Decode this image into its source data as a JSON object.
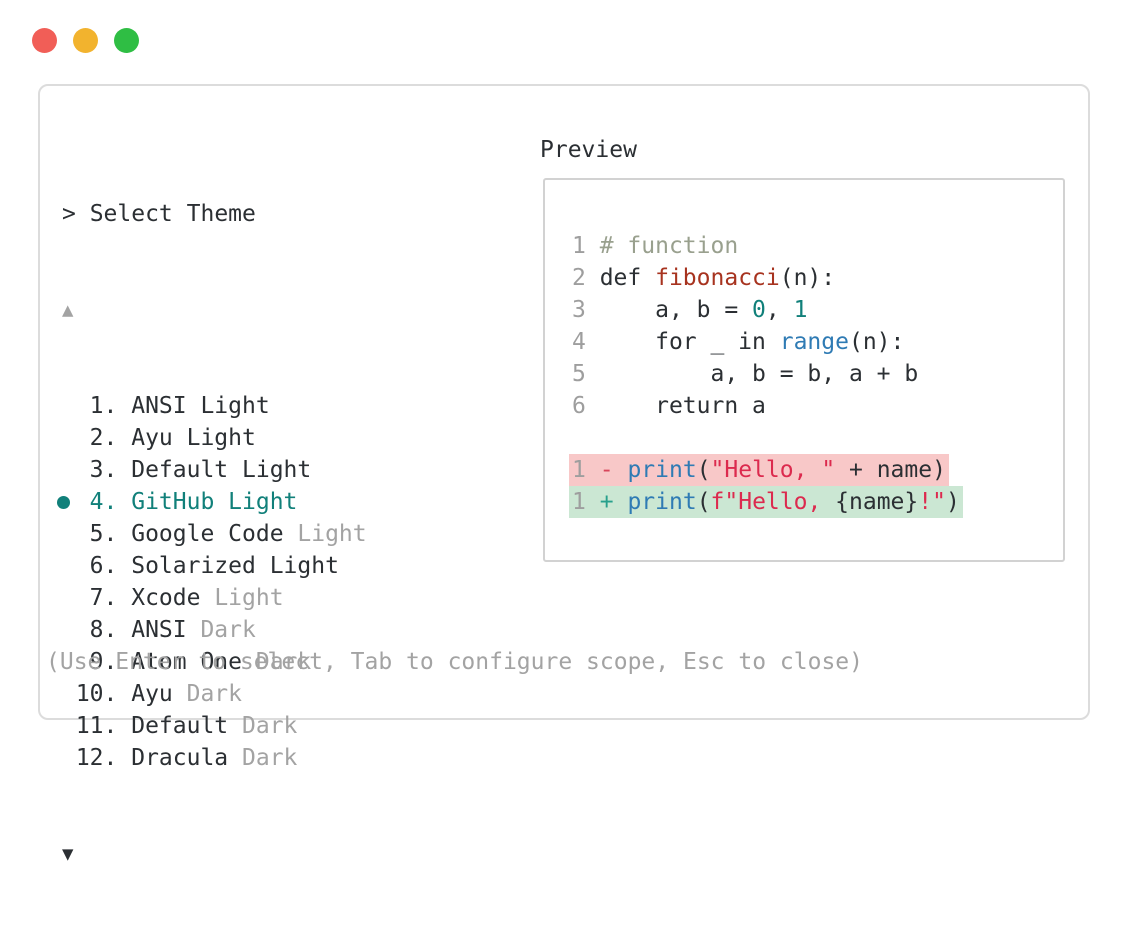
{
  "colors": {
    "text": "#2b2f33",
    "dim": "#a3a3a3",
    "linenum": "#9e9e9e",
    "accent": "#11807a",
    "comment": "#99a08e",
    "func": "#a7331f",
    "builtin": "#2f7bb4",
    "codenum": "#11807a",
    "string": "#dc2a4e",
    "minus": "#d8455a",
    "plus": "#28a08c",
    "removed": "#f8c8c8",
    "added": "#cbe7d3"
  },
  "window": {
    "traffic_lights": [
      {
        "name": "close",
        "color": "#f15e57"
      },
      {
        "name": "minimize",
        "color": "#f2b32e"
      },
      {
        "name": "zoom",
        "color": "#2fbe44"
      }
    ]
  },
  "picker": {
    "prompt": "> Select Theme",
    "scroll_up": "▲",
    "scroll_down": "▼",
    "items": [
      {
        "num": "1.",
        "name": "ANSI Light",
        "dim": "",
        "selected": false
      },
      {
        "num": "2.",
        "name": "Ayu Light",
        "dim": "",
        "selected": false
      },
      {
        "num": "3.",
        "name": "Default Light",
        "dim": "",
        "selected": false
      },
      {
        "num": "4.",
        "name": "GitHub Light",
        "dim": "",
        "selected": true
      },
      {
        "num": "5.",
        "name": "Google Code",
        "dim": "Light",
        "selected": false
      },
      {
        "num": "6.",
        "name": "Solarized Light",
        "dim": "",
        "selected": false
      },
      {
        "num": "7.",
        "name": "Xcode",
        "dim": "Light",
        "selected": false
      },
      {
        "num": "8.",
        "name": "ANSI",
        "dim": "Dark",
        "selected": false
      },
      {
        "num": "9.",
        "name": "Atom One",
        "dim": "Dark",
        "selected": false
      },
      {
        "num": "10.",
        "name": "Ayu",
        "dim": "Dark",
        "selected": false
      },
      {
        "num": "11.",
        "name": "Default",
        "dim": "Dark",
        "selected": false
      },
      {
        "num": "12.",
        "name": "Dracula",
        "dim": "Dark",
        "selected": false
      }
    ],
    "hint": "(Use Enter to select, Tab to configure scope, Esc to close)"
  },
  "preview": {
    "title": "Preview",
    "code_lines": [
      {
        "num": "1",
        "segments": [
          {
            "t": " ",
            "c": "text"
          },
          {
            "t": "# function",
            "c": "comment"
          }
        ]
      },
      {
        "num": "2",
        "segments": [
          {
            "t": " def ",
            "c": "text"
          },
          {
            "t": "fibonacci",
            "c": "func"
          },
          {
            "t": "(n):",
            "c": "text"
          }
        ]
      },
      {
        "num": "3",
        "segments": [
          {
            "t": "     a, b = ",
            "c": "text"
          },
          {
            "t": "0",
            "c": "num"
          },
          {
            "t": ", ",
            "c": "text"
          },
          {
            "t": "1",
            "c": "num"
          }
        ]
      },
      {
        "num": "4",
        "segments": [
          {
            "t": "     for _ in ",
            "c": "text"
          },
          {
            "t": "range",
            "c": "builtin"
          },
          {
            "t": "(n):",
            "c": "text"
          }
        ]
      },
      {
        "num": "5",
        "segments": [
          {
            "t": "         a, b = b, a + b",
            "c": "text"
          }
        ]
      },
      {
        "num": "6",
        "segments": [
          {
            "t": "     return a",
            "c": "text"
          }
        ]
      },
      {
        "num": "",
        "segments": []
      },
      {
        "num": "1",
        "bg": "removed",
        "segments": [
          {
            "t": " ",
            "c": "text"
          },
          {
            "t": "-",
            "c": "minus"
          },
          {
            "t": " ",
            "c": "text"
          },
          {
            "t": "print",
            "c": "builtin"
          },
          {
            "t": "(",
            "c": "text"
          },
          {
            "t": "\"Hello, \"",
            "c": "string"
          },
          {
            "t": " + name)",
            "c": "text"
          }
        ]
      },
      {
        "num": "1",
        "bg": "added",
        "segments": [
          {
            "t": " ",
            "c": "text"
          },
          {
            "t": "+",
            "c": "plus"
          },
          {
            "t": " ",
            "c": "text"
          },
          {
            "t": "print",
            "c": "builtin"
          },
          {
            "t": "(",
            "c": "text"
          },
          {
            "t": "f\"Hello, ",
            "c": "string"
          },
          {
            "t": "{name}",
            "c": "text"
          },
          {
            "t": "!\"",
            "c": "string"
          },
          {
            "t": ")",
            "c": "text"
          }
        ]
      }
    ]
  }
}
